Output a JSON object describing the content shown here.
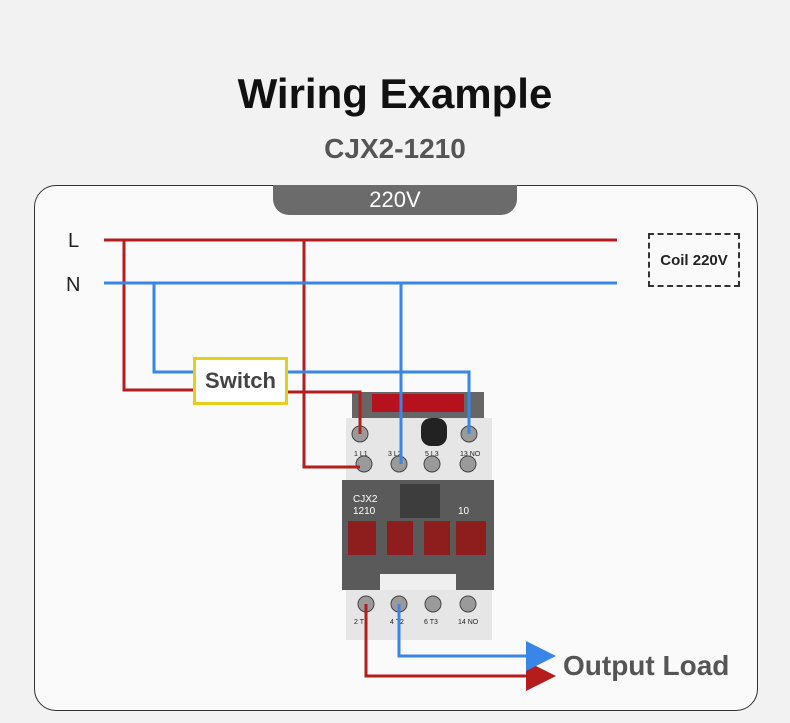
{
  "header": {
    "title": "Wiring Example",
    "model": "CJX2-1210"
  },
  "supply": {
    "voltage": "220V",
    "line_label": "L",
    "neutral_label": "N",
    "coil_label": "Coil 220V"
  },
  "switch_label": "Switch",
  "output_label": "Output Load",
  "contactor": {
    "model_line1": "CJX2",
    "model_line2": "1210",
    "aux_label": "10",
    "top_terminals": [
      "1 L1",
      "3 L2",
      "5 L3",
      "13 NO"
    ],
    "bottom_terminals": [
      "2 T1",
      "4 T2",
      "6 T3",
      "14 NO"
    ]
  },
  "colors": {
    "line": "#b51c1c",
    "neutral": "#3a86e8",
    "switch_border": "#e6cf1a",
    "contactor_body": "#5a5a5a",
    "contactor_red": "#8e1d1d"
  }
}
